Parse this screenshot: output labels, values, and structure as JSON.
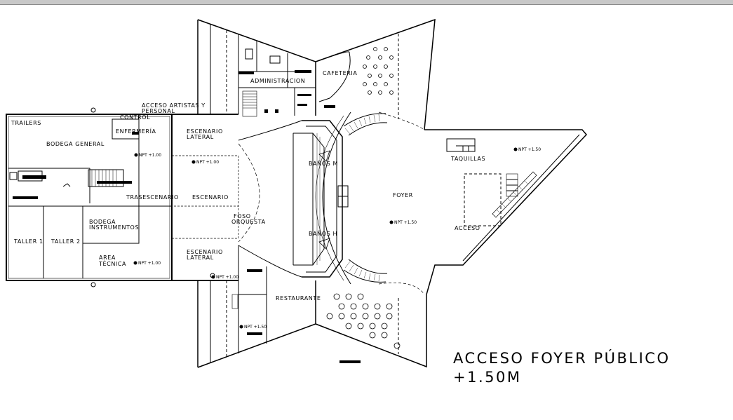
{
  "title": {
    "line1": "ACCESO FOYER PÚBLICO",
    "line2": "+1.50M"
  },
  "rooms": {
    "trailers": "TRAILERS",
    "bodega_general": "BODEGA GENERAL",
    "enfermeria": "ENFERMERÍA",
    "control": "CONTROL",
    "acceso_artistas_1": "ACCESO ARTISTAS Y",
    "acceso_artistas_2": "PERSONAL",
    "administracion": "ADMINISTRACION",
    "cafeteria": "CAFETERIA",
    "escenario_lateral_top_1": "ESCENARIO",
    "escenario_lateral_top_2": "LATERAL",
    "trasescenario": "TRASESCENARIO",
    "escenario": "ESCENARIO",
    "foso_1": "FOSO",
    "foso_2": "ORQUESTA",
    "bodega_instr_1": "BODEGA",
    "bodega_instr_2": "INSTRUMENTOS",
    "taller_1": "TALLER 1",
    "taller_2": "TALLER 2",
    "area_tecnica_1": "AREA",
    "area_tecnica_2": "TÉCNICA",
    "escenario_lateral_bot_1": "ESCENARIO",
    "escenario_lateral_bot_2": "LATERAL",
    "banos_m": "BAÑOS M",
    "banos_h": "BAÑOS H",
    "foyer": "FOYER",
    "taquillas": "TAQUILLAS",
    "acceso": "ACCESO",
    "restaurante": "RESTAURANTE"
  },
  "levels": {
    "enfermeria": "NPT +1.00",
    "escenario_lateral_top": "NPT +1.00",
    "area_tecnica": "NPT +1.00",
    "escenario_lateral_bot": "NPT +1.00",
    "wing_bottom": "NPT +1.50",
    "foyer": "NPT +1.50",
    "taquillas": "NPT +1.50"
  },
  "colors": {
    "line": "#000000",
    "background": "#ffffff",
    "window_frame": "#c8c8c8"
  }
}
